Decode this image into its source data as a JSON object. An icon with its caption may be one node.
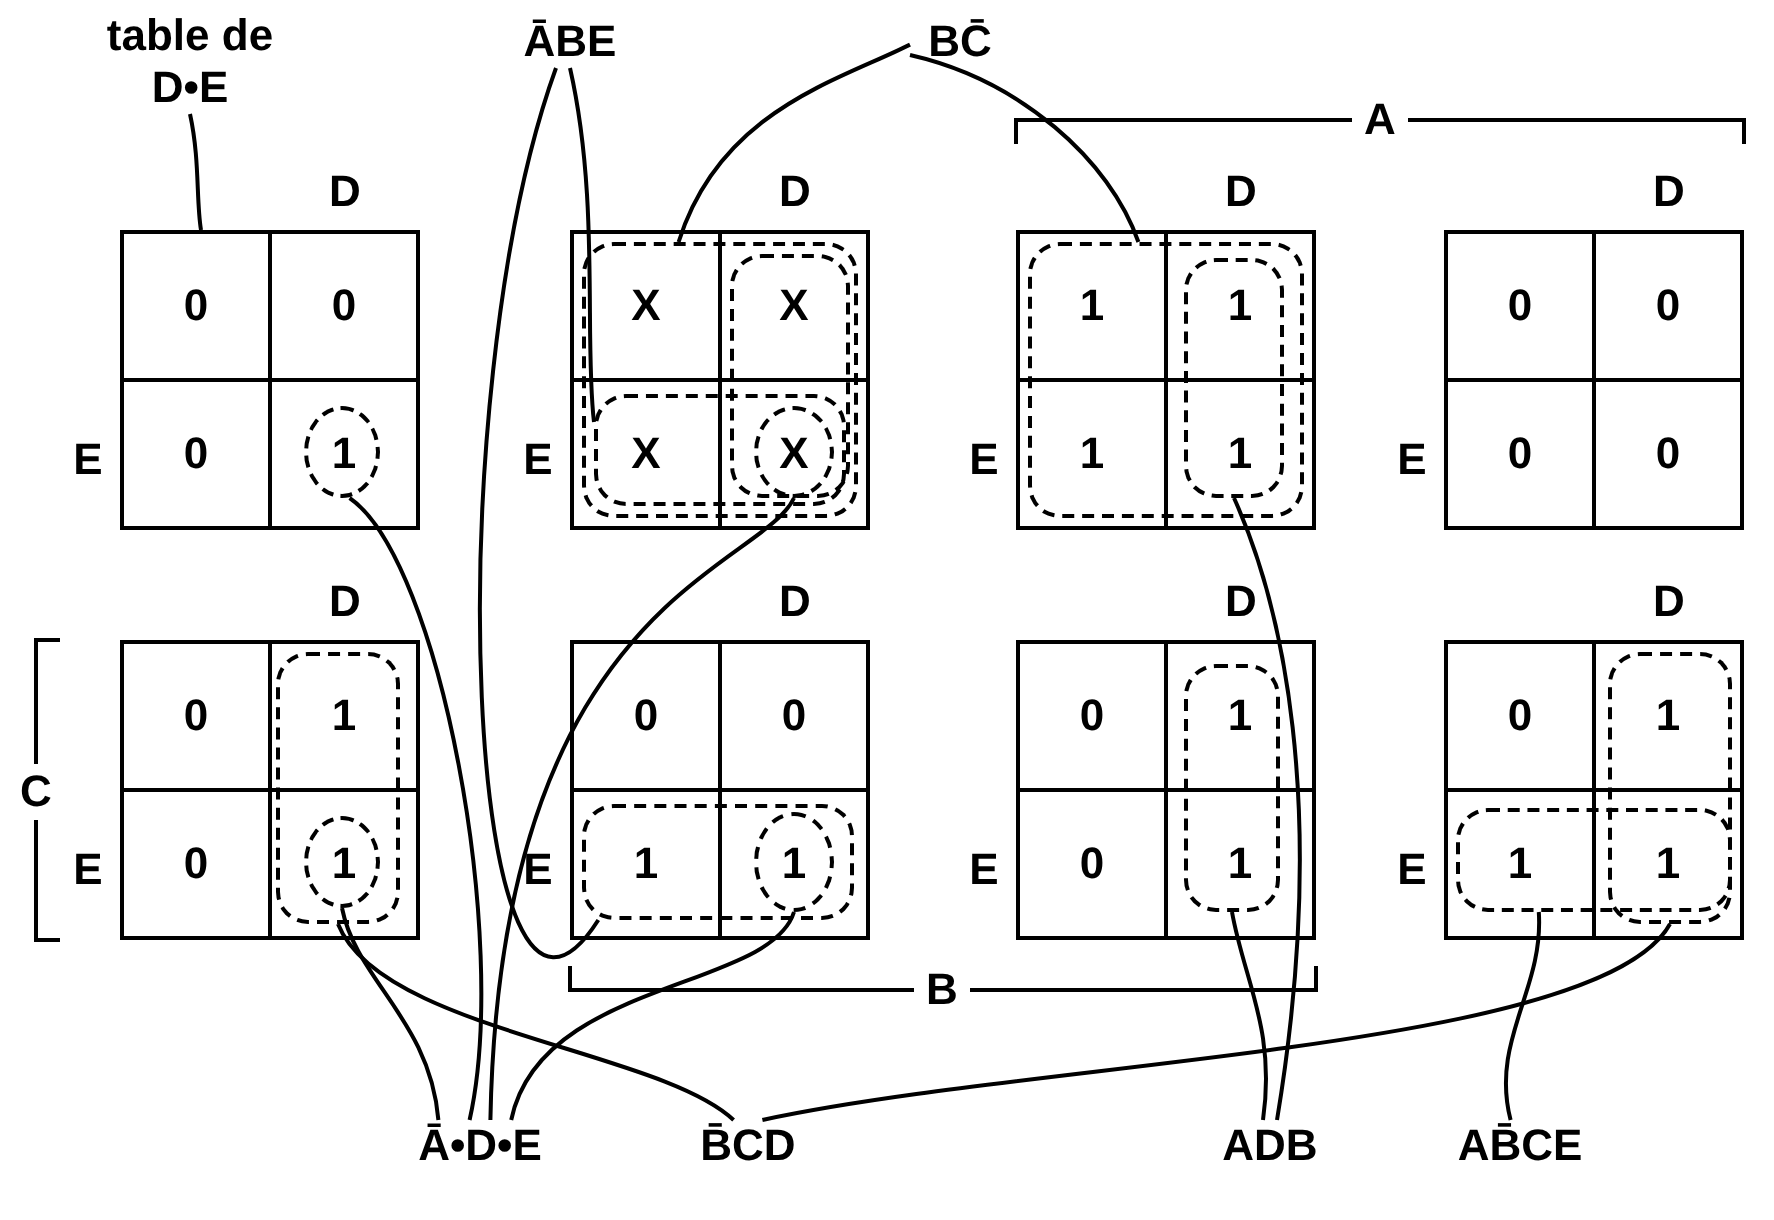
{
  "diagram": {
    "nodes": [
      {
        "text": [
          "table de D•E"
        ]
      },
      {
        "text": [
          "ĀBE"
        ]
      },
      {
        "text": [
          "BC̄"
        ]
      },
      {
        "text": [
          "0",
          "0",
          "0"
        ],
        "beside": [
          "D",
          "E"
        ]
      },
      {
        "text": [
          "1"
        ],
        "in": 3
      },
      {
        "text": [],
        "shape": "box",
        "beside": [
          "D",
          "E"
        ]
      },
      {
        "text": [
          "X"
        ],
        "in": 5
      },
      {
        "text": [
          "X"
        ],
        "in": 6
      },
      {
        "text": [
          "X"
        ],
        "in": 6
      },
      {
        "text": [
          "X"
        ]
      },
      {
        "text": [],
        "shape": "box",
        "beside": [
          "D",
          "E"
        ]
      },
      {
        "text": [
          "1",
          "1"
        ],
        "in": 10
      },
      {
        "text": [
          "1",
          "1"
        ],
        "in": 11
      },
      {
        "text": [
          "0",
          "0",
          "0",
          "0"
        ],
        "beside": [
          "D",
          "E"
        ]
      },
      {
        "text": [
          "0",
          "0"
        ],
        "beside": [
          "D",
          "E"
        ]
      },
      {
        "text": [
          "1"
        ],
        "in": 14
      },
      {
        "text": [
          "1"
        ],
        "in": 15
      },
      {
        "text": [
          "0",
          "0"
        ],
        "beside": [
          "D",
          "E"
        ]
      },
      {
        "text": [
          "1"
        ],
        "in": 17
      },
      {
        "text": [
          "1"
        ],
        "in": 18
      },
      {
        "text": [
          "0",
          "0"
        ],
        "beside": [
          "D",
          "E"
        ]
      },
      {
        "text": [
          "1",
          "1"
        ],
        "in": 20
      },
      {
        "text": [
          "0"
        ],
        "beside": [
          "D",
          "E"
        ]
      },
      {
        "text": [
          "1"
        ],
        "in": 22
      },
      {
        "text": [
          "1",
          "1"
        ],
        "in": 22
      },
      {
        "text": [
          "Ā•D•E"
        ]
      },
      {
        "text": [
          "B̄CD"
        ]
      },
      {
        "text": [
          "ADB"
        ]
      },
      {
        "text": [
          "AB̄CE"
        ]
      }
    ],
    "edges": [
      {
        "from": 0,
        "to": 3,
        "arrow": "none"
      },
      {
        "from": 1,
        "to": 8,
        "arrow": "none"
      },
      {
        "from": 1,
        "to": 18,
        "arrow": "none"
      },
      {
        "from": 2,
        "to": 6,
        "arrow": "none"
      },
      {
        "from": 2,
        "to": 11,
        "arrow": "none"
      },
      {
        "from": 25,
        "to": 4,
        "arrow": "none"
      },
      {
        "from": 25,
        "to": 9,
        "arrow": "none"
      },
      {
        "from": 25,
        "to": 16,
        "arrow": "none"
      },
      {
        "from": 25,
        "to": 19,
        "arrow": "none"
      },
      {
        "from": 26,
        "to": 15,
        "arrow": "none"
      },
      {
        "from": 26,
        "to": 23,
        "arrow": "none"
      },
      {
        "from": 27,
        "to": 12,
        "arrow": "none"
      },
      {
        "from": 27,
        "to": 21,
        "arrow": "none"
      },
      {
        "from": 28,
        "to": 24,
        "arrow": "none"
      }
    ],
    "labels": [
      "A",
      "B",
      "C"
    ]
  }
}
